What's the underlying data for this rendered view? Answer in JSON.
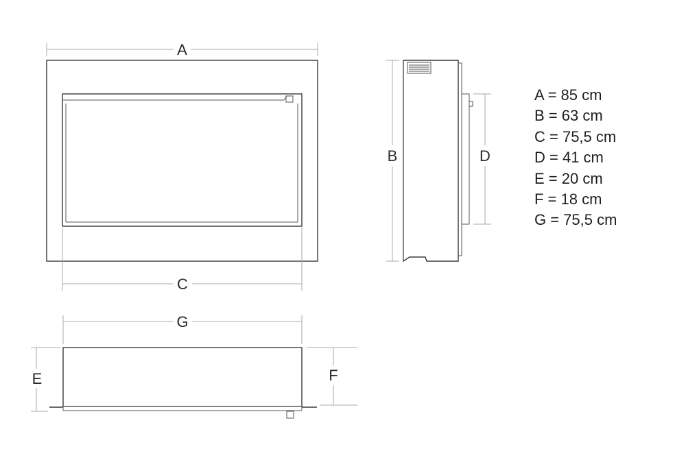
{
  "labels": {
    "A": "A",
    "B": "B",
    "C": "C",
    "D": "D",
    "E": "E",
    "F": "F",
    "G": "G"
  },
  "legend": [
    "A = 85 cm",
    "B = 63 cm",
    "C = 75,5 cm",
    "D = 41 cm",
    "E = 20 cm",
    "F = 18 cm",
    "G = 75,5 cm"
  ]
}
